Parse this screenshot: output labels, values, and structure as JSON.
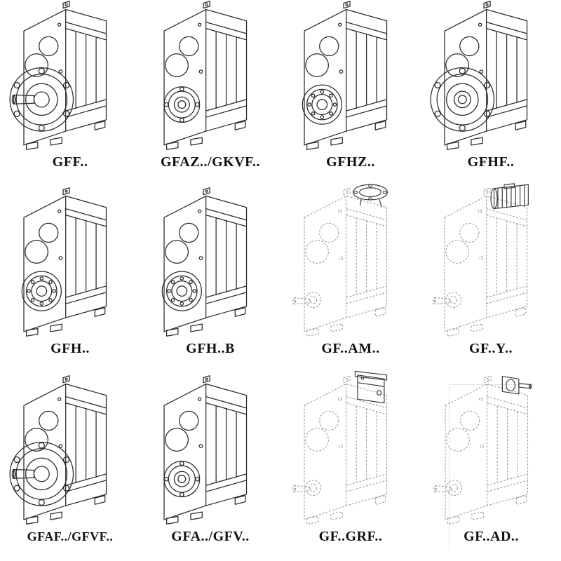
{
  "page": {
    "background": "#ffffff",
    "ink_color": "#2b2b2b",
    "ghost_color": "#909090",
    "description": "Catalog sheet of parallel-shaft helical gear unit variants, isometric line drawings"
  },
  "catalog": {
    "items": [
      {
        "label": "GFF..",
        "line_style": "solid",
        "drawing": "gear unit with output flange and solid shaft"
      },
      {
        "label": "GFAZ../GKVF..",
        "line_style": "solid",
        "drawing": "gear unit with hollow bore output"
      },
      {
        "label": "GFHZ..",
        "line_style": "solid",
        "drawing": "gear unit with shrink-disc bearing face"
      },
      {
        "label": "GFHF..",
        "line_style": "solid",
        "drawing": "gear unit with hollow output flange"
      },
      {
        "label": "GFH..",
        "line_style": "solid",
        "drawing": "gear unit with bearing face"
      },
      {
        "label": "GFH..B",
        "line_style": "solid",
        "drawing": "gear unit with bearing face, foot mounted"
      },
      {
        "label": "GF..AM..",
        "line_style": "dashed",
        "drawing": "ghosted gear unit with top input flange"
      },
      {
        "label": "GF..Y..",
        "line_style": "dashed",
        "drawing": "ghosted gear unit with top mounted motor"
      },
      {
        "label": "GFAF../GFVF..",
        "line_style": "solid",
        "drawing": "gear unit with output flange and solid shaft"
      },
      {
        "label": "GFA../GFV..",
        "line_style": "solid",
        "drawing": "gear unit with hollow bore output"
      },
      {
        "label": "GF..GRF..",
        "line_style": "dashed",
        "drawing": "ghosted gear unit with top adapter housing"
      },
      {
        "label": "GF..AD..",
        "line_style": "dashed",
        "drawing": "ghosted gear unit with input shaft adapter"
      }
    ]
  }
}
